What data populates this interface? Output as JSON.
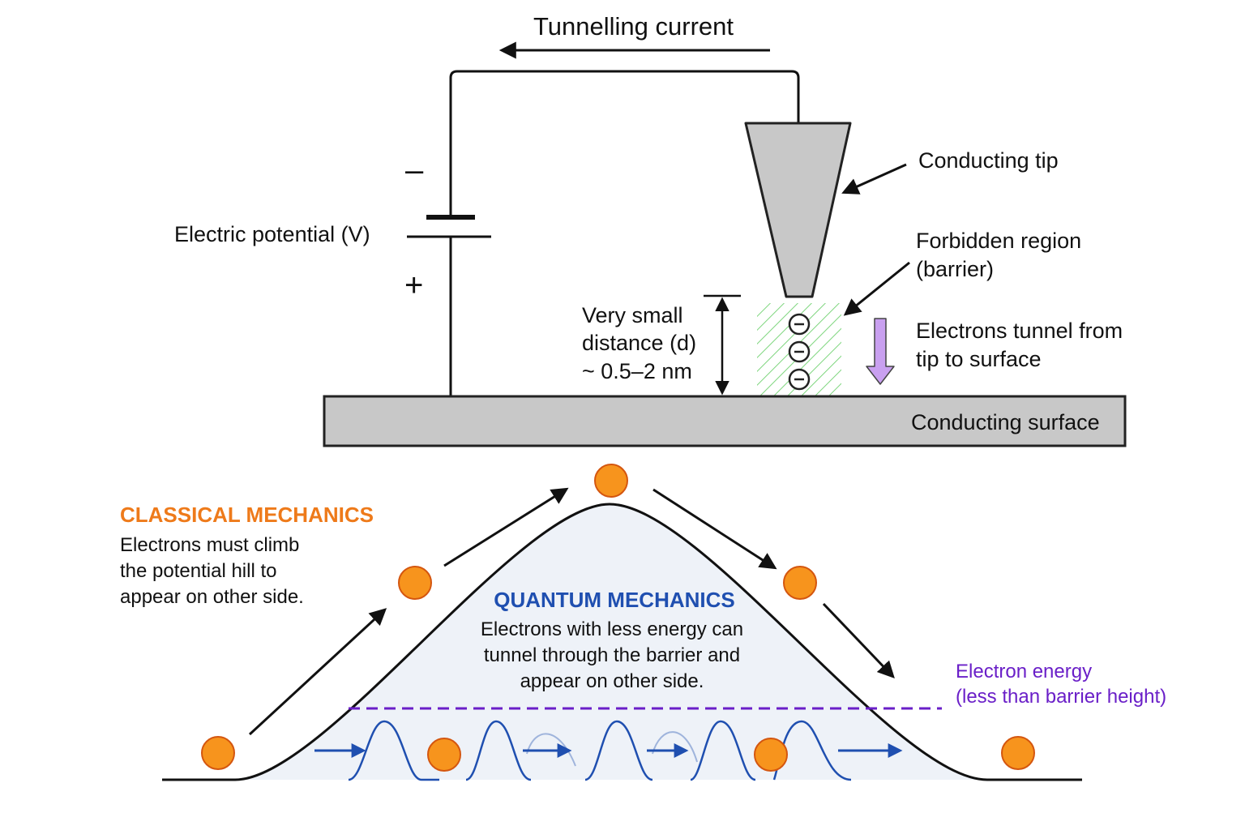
{
  "circuit": {
    "current_label": "Tunnelling current",
    "potential_label": "Electric potential (V)",
    "minus_sign": "–",
    "plus_sign": "+",
    "tip_label": "Conducting tip",
    "barrier_label_line1": "Forbidden region",
    "barrier_label_line2": "(barrier)",
    "distance_line1": "Very small",
    "distance_line2": "distance (d)",
    "distance_line3": "~ 0.5–2 nm",
    "tunnel_line1": "Electrons tunnel from",
    "tunnel_line2": "tip to surface",
    "surface_label": "Conducting surface"
  },
  "classical": {
    "heading": "CLASSICAL MECHANICS",
    "line1": "Electrons must climb",
    "line2": "the potential hill to",
    "line3": "appear on other side."
  },
  "quantum": {
    "heading": "QUANTUM MECHANICS",
    "line1": "Electrons with less energy can",
    "line2": "tunnel through the barrier and",
    "line3": "appear on other side."
  },
  "energy": {
    "line1": "Electron energy",
    "line2": "(less than barrier height)"
  },
  "colors": {
    "electron_orange": "#f7941d",
    "wave_blue": "#1f4fb0",
    "energy_purple": "#6a1fc8",
    "barrier_green": "#7fd67f",
    "metal_gray": "#c8c8c8",
    "arrow_lavender": "#c9a0f0"
  }
}
